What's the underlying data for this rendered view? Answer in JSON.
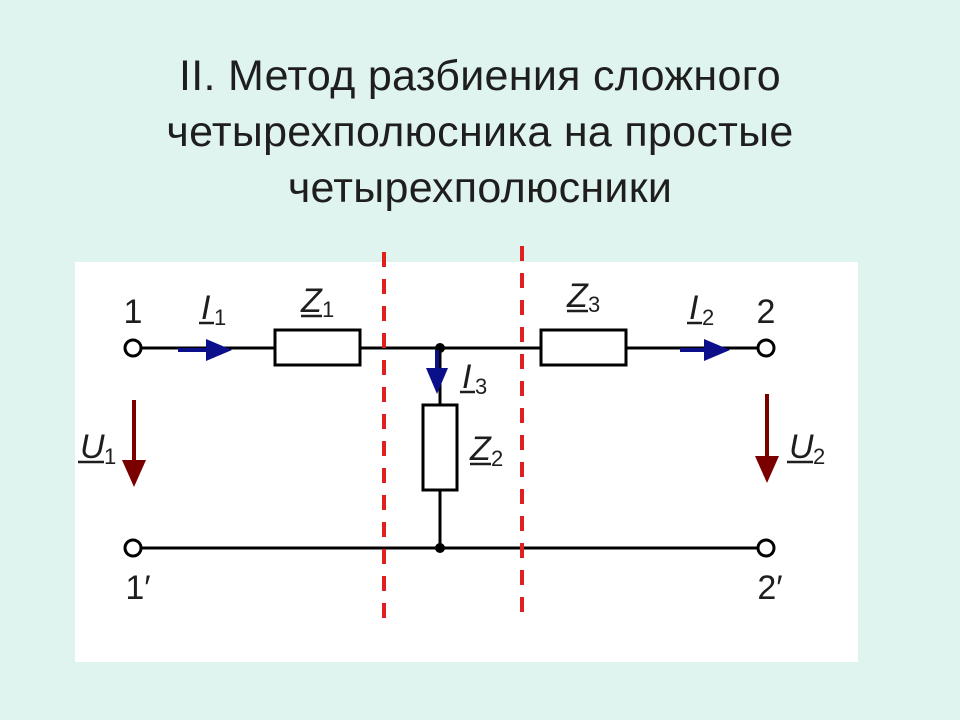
{
  "slide": {
    "title_lines": [
      "II. Метод разбиения сложного",
      "четырехполюсника на простые",
      "четырехполюсники"
    ]
  },
  "circuit": {
    "terminals": {
      "in_top": "1",
      "in_bottom": "1′",
      "out_top": "2",
      "out_bottom": "2′"
    },
    "impedances": {
      "z1": {
        "sym": "Z",
        "sub": "1"
      },
      "z2": {
        "sym": "Z",
        "sub": "2"
      },
      "z3": {
        "sym": "Z",
        "sub": "3"
      }
    },
    "currents": {
      "i1": {
        "sym": "I",
        "sub": "1"
      },
      "i2": {
        "sym": "I",
        "sub": "2"
      },
      "i3": {
        "sym": "I",
        "sub": "3"
      }
    },
    "voltages": {
      "u1": {
        "sym": "U",
        "sub": "1"
      },
      "u2": {
        "sym": "U",
        "sub": "2"
      }
    },
    "colors": {
      "wire": "#000000",
      "current_arrow": "#0b0f8a",
      "voltage_arrow": "#7a0000",
      "divider": "#e02020",
      "background": "#dff4ef",
      "panel": "#ffffff"
    }
  }
}
